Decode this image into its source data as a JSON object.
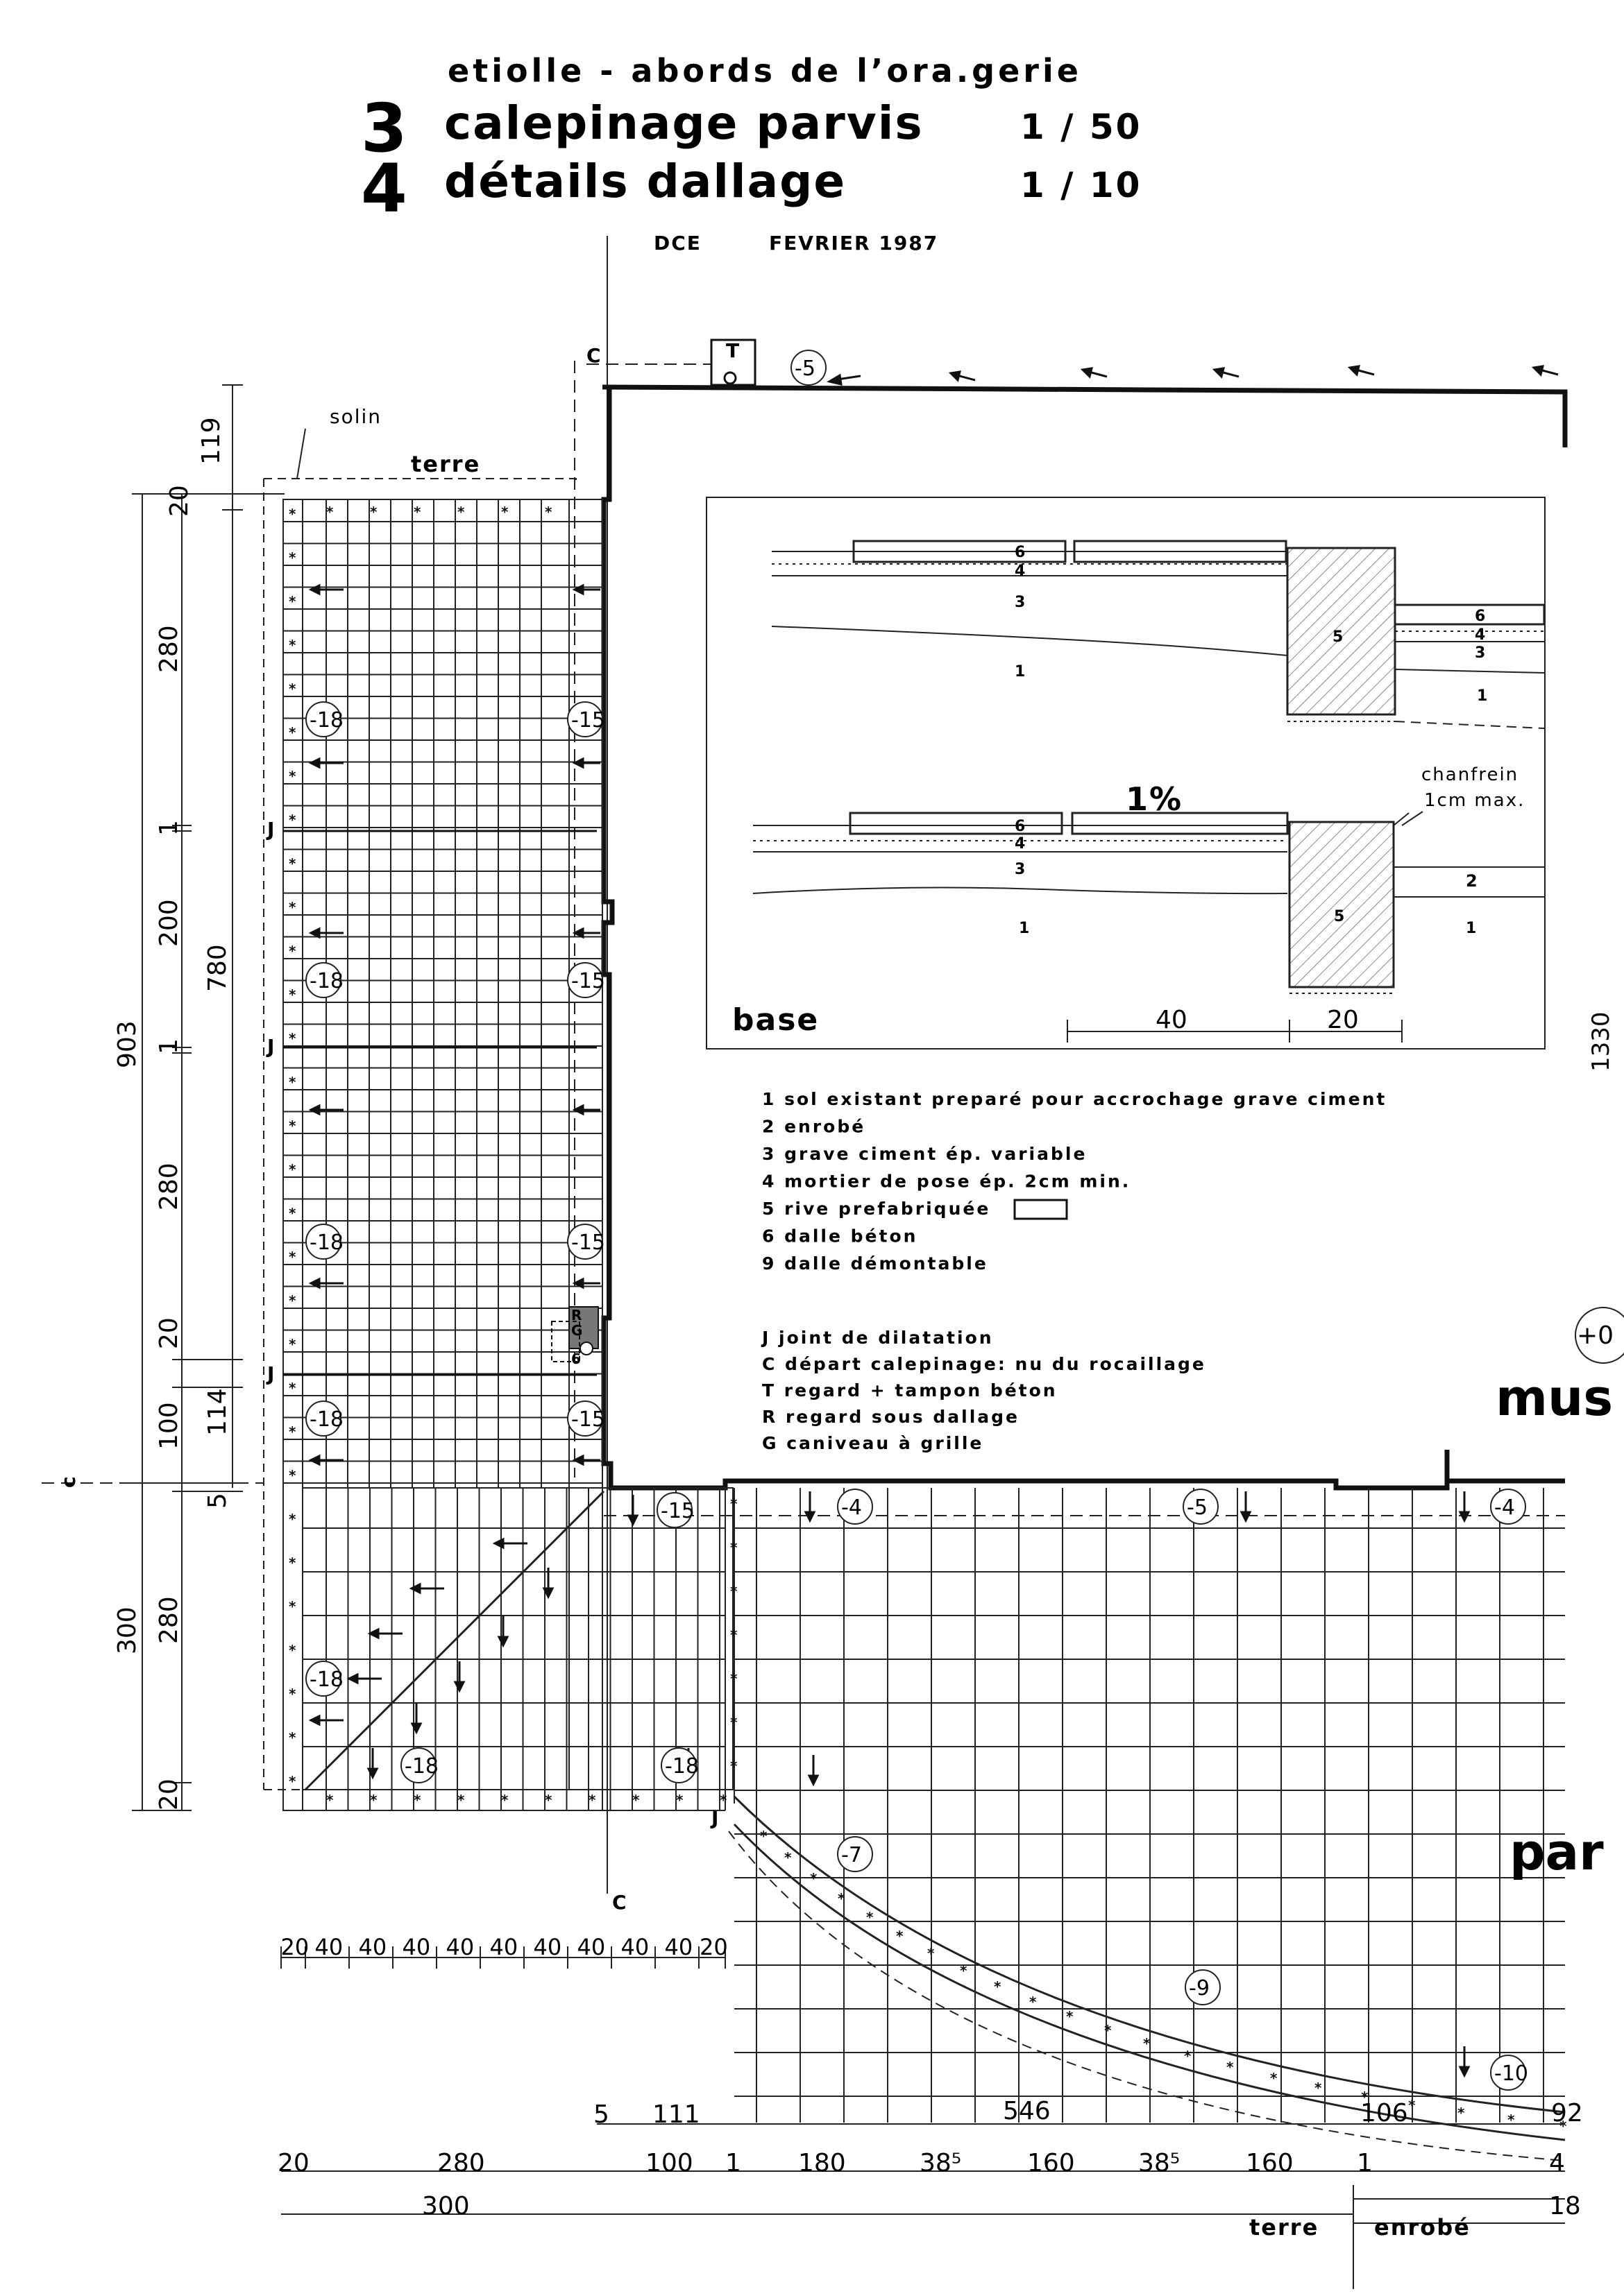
{
  "title": {
    "line1": "etiolle̵ - abords de  l’ora̵.gerie",
    "item3_number": "3",
    "item3_text": "calepinage parvis",
    "item3_scale": "1 / 50",
    "item4_number": "4",
    "item4_text": "détails dallage",
    "item4_scale": "1 / 10",
    "phase": "DCE",
    "date": "FEVRIER  1987"
  },
  "plan_labels": {
    "solin": "solin",
    "terre_top": "terre",
    "terre_bottom": "terre",
    "enrobe": "enrobé",
    "musee_partial": "mus",
    "parvis_partial": "par",
    "regard_T": "T",
    "depart_C_top": "C",
    "depart_C_axis": "C",
    "depart_C_left": "c",
    "joint_J": "J",
    "regard_R": "R",
    "gutter_G": "G",
    "cut_value_right": "1330",
    "plus_marker": "+0"
  },
  "levels": {
    "top": "-5",
    "left_col": [
      "-18",
      "-18",
      "-18",
      "-18",
      "-18",
      "-18"
    ],
    "right_col": [
      "-15",
      "-15",
      "-15",
      "-15"
    ],
    "bottom_row": [
      "-18",
      "-18"
    ],
    "band": [
      "-15",
      "-4",
      "-5",
      "-4"
    ],
    "curve": [
      "-7",
      "-9",
      "-10"
    ]
  },
  "section_detail": {
    "label": "base",
    "slope": "1%",
    "chamfer": "chanfrein",
    "chamfer_note": "1cm max.",
    "dim_rive": "40",
    "dim_gap": "20",
    "layers_top": [
      "6",
      "4",
      "3",
      "1"
    ],
    "layers_right_top": [
      "6",
      "4",
      "3",
      "1"
    ],
    "layers_bottom": [
      "6",
      "4",
      "3",
      "1"
    ],
    "layers_right_bottom": [
      "2",
      "1"
    ],
    "block": "5"
  },
  "legend": {
    "items": [
      "1 sol existant preparé  pour accrochage grave ciment",
      "2 enrobé",
      "3 grave ciment  ép. variable",
      "4 mortier de pose  ép. 2cm min.",
      "5 rive prefabriquée",
      "6 dalle béton",
      "9 dalle démontable"
    ],
    "codes": [
      "J  joint de dilatation",
      "C  départ calepinage: nu du rocaillage",
      "T  regard + tampon béton",
      "R  regard  sous dallage",
      "G  caniveau à grille"
    ]
  },
  "dims_left": {
    "overall_903": "903",
    "top_119": "119",
    "small_20_top": "20",
    "d280_a": "280",
    "d1_a": "1",
    "d200": "200",
    "d780": "780",
    "d1_b": "1",
    "d280_b": "280",
    "d20_mid": "20",
    "d100": "100",
    "d114": "114",
    "d5": "5",
    "d300": "300",
    "d280_c": "280",
    "d20_bot": "20"
  },
  "dims_bottom": {
    "tiles": [
      "20",
      "40",
      "40",
      "40",
      "40",
      "40",
      "40",
      "40",
      "40",
      "40",
      "20"
    ],
    "row1": [
      "5",
      "111",
      "546",
      "106",
      "92"
    ],
    "row2": [
      "20",
      "280",
      "100",
      "1",
      "180",
      "38⁵",
      "160",
      "38⁵",
      "160",
      "1",
      "4"
    ],
    "row3": [
      "300",
      "18"
    ]
  }
}
